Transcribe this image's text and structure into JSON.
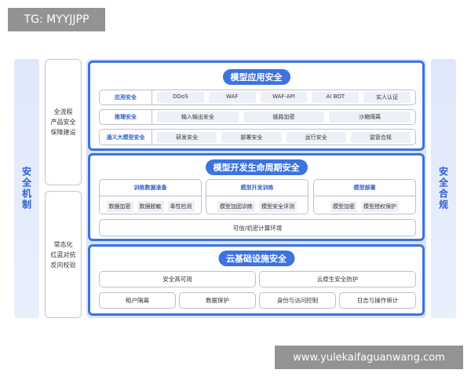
{
  "watermark_top": "TG: MYYJJPP",
  "watermark_bottom": "www.yulekaifaguanwang.com",
  "left_bar": "安全机制",
  "right_bar": "安全合规",
  "pillars": [
    "全流程\n产品安全\n保障建设",
    "常态化\n红蓝对抗\n反向校验"
  ],
  "app": {
    "title": "模型应用安全",
    "rows": [
      {
        "label": "应用安全",
        "items": [
          "DDoS",
          "WAF",
          "WAF-API",
          "AI BOT",
          "实人认证"
        ]
      },
      {
        "label": "推理安全",
        "items": [
          "输入输出安全",
          "链路加密",
          "沙箱隔离"
        ]
      },
      {
        "label": "通义大模型安全",
        "items": [
          "研发安全",
          "部署安全",
          "运行安全",
          "监管合规"
        ]
      }
    ]
  },
  "dev": {
    "title": "模型开发生命周期安全",
    "cards": [
      {
        "label": "训练数据准备",
        "items": [
          "数据加密",
          "数据脱敏",
          "毒性检测"
        ]
      },
      {
        "label": "模型开发训练",
        "items": [
          "模型加固训练",
          "模型安全评测"
        ]
      },
      {
        "label": "模型部署",
        "items": [
          "模型加密",
          "模型授权保护"
        ]
      }
    ],
    "env": "可信/机密计算环境"
  },
  "infra": {
    "title": "云基础设施安全",
    "row1": [
      "安全高可用",
      "云原生安全防护"
    ],
    "row2": [
      "租户隔离",
      "数据保护",
      "身份与访问控制",
      "日志与操作审计"
    ]
  }
}
